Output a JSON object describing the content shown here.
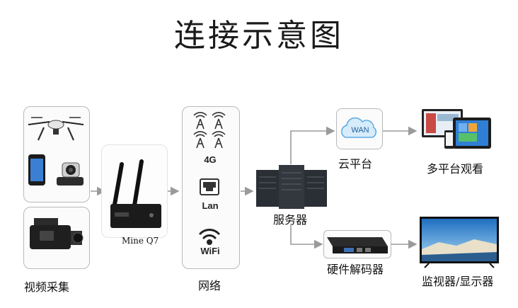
{
  "title": "连接示意图",
  "nodes": {
    "capture_label": "视频采集",
    "encoder_label": "Mine Q7",
    "network_label": "网络",
    "net_4g": "4G",
    "net_lan": "Lan",
    "net_wifi": "WiFi",
    "server_label": "服务器",
    "cloud_label": "云平台",
    "cloud_badge": "WAN",
    "multiplatform_label": "多平台观看",
    "decoder_label": "硬件解码器",
    "display_label": "监视器/显示器"
  },
  "colors": {
    "arrow": "#9a9a9a",
    "panel_border": "#b9b9b9",
    "cloud": "#5aa9e6",
    "server": "#2a2e35"
  }
}
